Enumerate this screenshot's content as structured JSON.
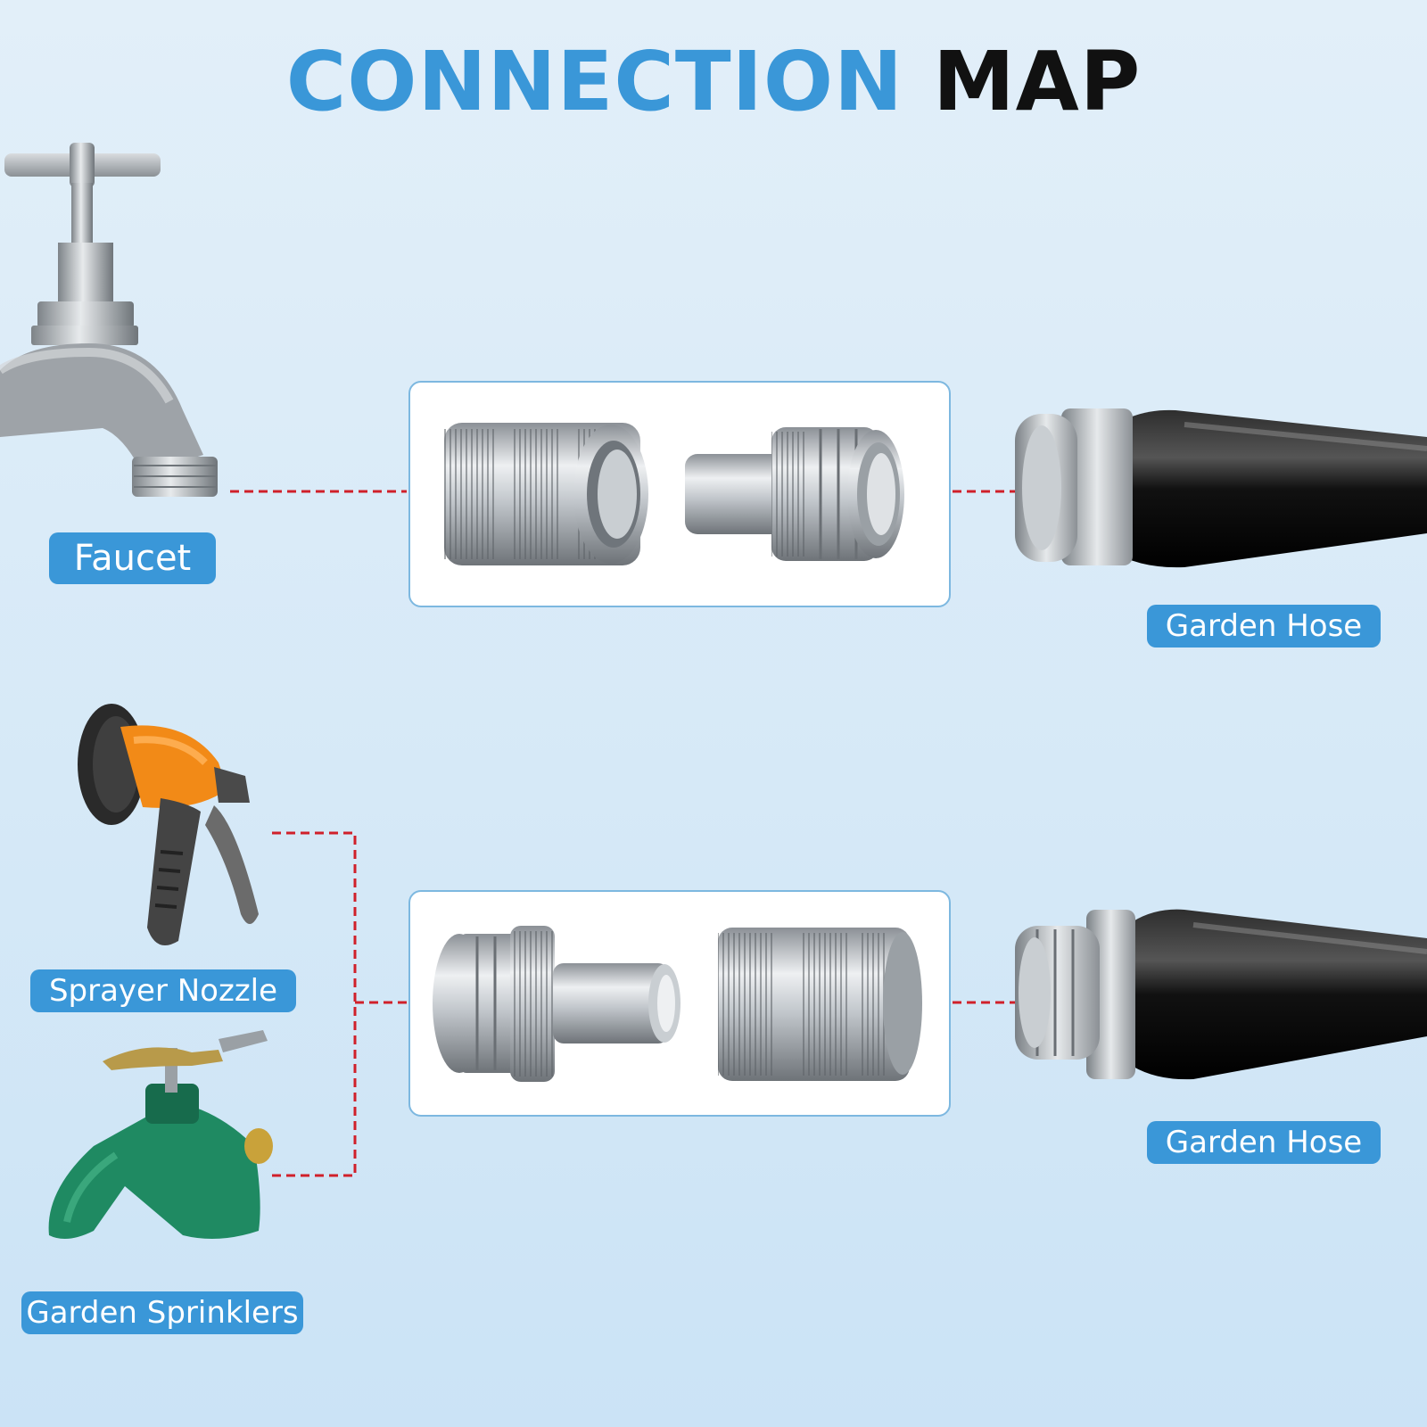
{
  "title": {
    "part1": "CONNECTION",
    "part2": "MAP"
  },
  "labels": {
    "faucet": "Faucet",
    "garden_hose_top": "Garden Hose",
    "sprayer_nozzle": "Sprayer Nozzle",
    "garden_hose_bottom": "Garden Hose",
    "garden_sprinklers": "Garden Sprinklers"
  },
  "colors": {
    "accent": "#3a97d8",
    "connector_line": "#d0202a",
    "hose": "#111111",
    "metal": "#b8bec4"
  },
  "icons": [
    "faucet-icon",
    "quick-connector-set-icon",
    "garden-hose-icon",
    "sprayer-nozzle-icon",
    "garden-sprinkler-icon"
  ]
}
